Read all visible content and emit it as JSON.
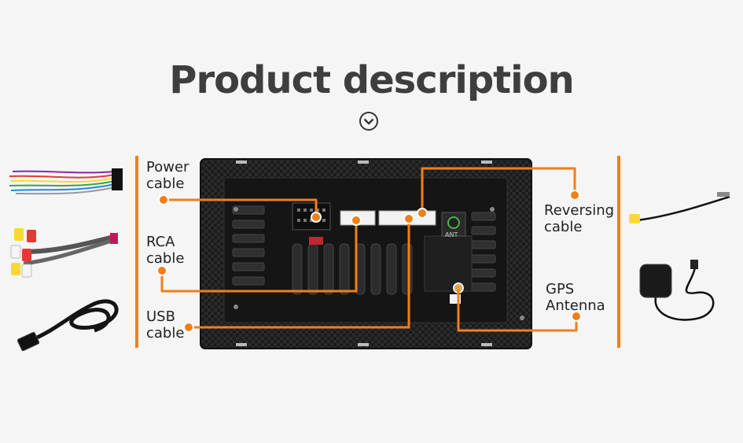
{
  "title": "Product description",
  "labels": {
    "power": "Power\ncable",
    "rca": "RCA\ncable",
    "usb": "USB\ncable",
    "reversing": "Reversing\ncable",
    "gps": "GPS\nAntenna",
    "ant": "ANT"
  },
  "colors": {
    "accent": "#f07f1b",
    "title": "#3e3e3e",
    "panel": "#1d1d1d"
  },
  "icons": [
    "chevron-down-circle-icon"
  ]
}
